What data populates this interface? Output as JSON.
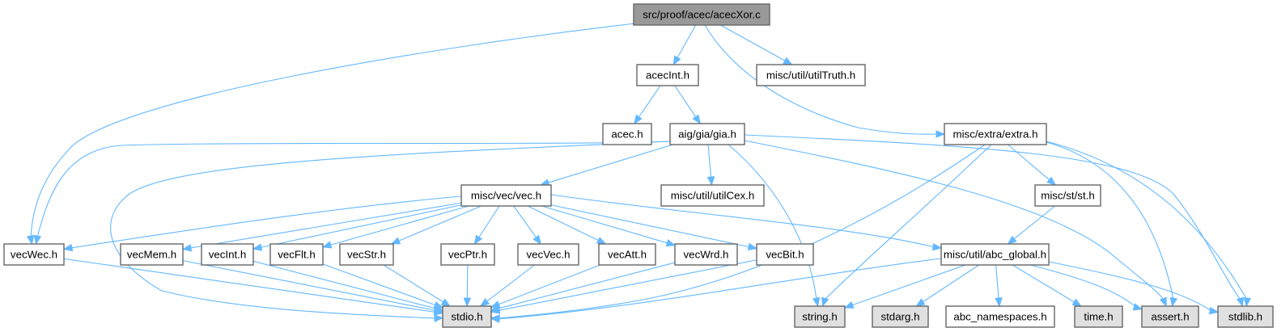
{
  "title": "src/proof/acec/acecXor.c",
  "colors": {
    "root_fill": "#999999",
    "header_fill": "#ffffff",
    "system_fill": "#e0e0e0",
    "border": "#666666",
    "edge": "#63b8ff"
  },
  "nodes": [
    {
      "id": "root",
      "label": "src/proof/acec/acecXor.c",
      "kind": "root"
    },
    {
      "id": "acecInt",
      "label": "acecInt.h",
      "kind": "header"
    },
    {
      "id": "utilTruth",
      "label": "misc/util/utilTruth.h",
      "kind": "header"
    },
    {
      "id": "acec",
      "label": "acec.h",
      "kind": "header"
    },
    {
      "id": "gia",
      "label": "aig/gia/gia.h",
      "kind": "header"
    },
    {
      "id": "extra",
      "label": "misc/extra/extra.h",
      "kind": "header"
    },
    {
      "id": "vec",
      "label": "misc/vec/vec.h",
      "kind": "header"
    },
    {
      "id": "utilCex",
      "label": "misc/util/utilCex.h",
      "kind": "header"
    },
    {
      "id": "st",
      "label": "misc/st/st.h",
      "kind": "header"
    },
    {
      "id": "vecWec",
      "label": "vecWec.h",
      "kind": "header"
    },
    {
      "id": "vecMem",
      "label": "vecMem.h",
      "kind": "header"
    },
    {
      "id": "vecInt",
      "label": "vecInt.h",
      "kind": "header"
    },
    {
      "id": "vecFlt",
      "label": "vecFlt.h",
      "kind": "header"
    },
    {
      "id": "vecStr",
      "label": "vecStr.h",
      "kind": "header"
    },
    {
      "id": "vecPtr",
      "label": "vecPtr.h",
      "kind": "header"
    },
    {
      "id": "vecVec",
      "label": "vecVec.h",
      "kind": "header"
    },
    {
      "id": "vecAtt",
      "label": "vecAtt.h",
      "kind": "header"
    },
    {
      "id": "vecWrd",
      "label": "vecWrd.h",
      "kind": "header"
    },
    {
      "id": "vecBit",
      "label": "vecBit.h",
      "kind": "header"
    },
    {
      "id": "abc_global",
      "label": "misc/util/abc_global.h",
      "kind": "header"
    },
    {
      "id": "stdio",
      "label": "stdio.h",
      "kind": "system"
    },
    {
      "id": "string",
      "label": "string.h",
      "kind": "system"
    },
    {
      "id": "stdarg",
      "label": "stdarg.h",
      "kind": "system"
    },
    {
      "id": "abc_namespaces",
      "label": "abc_namespaces.h",
      "kind": "header"
    },
    {
      "id": "time",
      "label": "time.h",
      "kind": "system"
    },
    {
      "id": "assert",
      "label": "assert.h",
      "kind": "system"
    },
    {
      "id": "stdlib",
      "label": "stdlib.h",
      "kind": "system"
    }
  ],
  "edges": [
    {
      "from": "root",
      "to": "vecWec"
    },
    {
      "from": "root",
      "to": "acecInt"
    },
    {
      "from": "root",
      "to": "utilTruth"
    },
    {
      "from": "root",
      "to": "extra"
    },
    {
      "from": "acecInt",
      "to": "acec"
    },
    {
      "from": "acecInt",
      "to": "gia"
    },
    {
      "from": "gia",
      "to": "vecWec"
    },
    {
      "from": "gia",
      "to": "stdio"
    },
    {
      "from": "gia",
      "to": "vec"
    },
    {
      "from": "gia",
      "to": "utilCex"
    },
    {
      "from": "gia",
      "to": "string"
    },
    {
      "from": "gia",
      "to": "assert"
    },
    {
      "from": "gia",
      "to": "stdlib"
    },
    {
      "from": "extra",
      "to": "stdio"
    },
    {
      "from": "extra",
      "to": "string"
    },
    {
      "from": "extra",
      "to": "st"
    },
    {
      "from": "extra",
      "to": "assert"
    },
    {
      "from": "extra",
      "to": "stdlib"
    },
    {
      "from": "st",
      "to": "abc_global"
    },
    {
      "from": "vec",
      "to": "vecWec"
    },
    {
      "from": "vec",
      "to": "vecMem"
    },
    {
      "from": "vec",
      "to": "vecInt"
    },
    {
      "from": "vec",
      "to": "vecFlt"
    },
    {
      "from": "vec",
      "to": "vecStr"
    },
    {
      "from": "vec",
      "to": "vecPtr"
    },
    {
      "from": "vec",
      "to": "vecVec"
    },
    {
      "from": "vec",
      "to": "vecAtt"
    },
    {
      "from": "vec",
      "to": "vecWrd"
    },
    {
      "from": "vec",
      "to": "vecBit"
    },
    {
      "from": "vec",
      "to": "abc_global"
    },
    {
      "from": "vecWec",
      "to": "stdio"
    },
    {
      "from": "vecMem",
      "to": "stdio"
    },
    {
      "from": "vecInt",
      "to": "stdio"
    },
    {
      "from": "vecFlt",
      "to": "stdio"
    },
    {
      "from": "vecStr",
      "to": "stdio"
    },
    {
      "from": "vecPtr",
      "to": "stdio"
    },
    {
      "from": "vecVec",
      "to": "stdio"
    },
    {
      "from": "vecAtt",
      "to": "stdio"
    },
    {
      "from": "vecWrd",
      "to": "stdio"
    },
    {
      "from": "vecBit",
      "to": "stdio"
    },
    {
      "from": "abc_global",
      "to": "stdio"
    },
    {
      "from": "abc_global",
      "to": "string"
    },
    {
      "from": "abc_global",
      "to": "stdarg"
    },
    {
      "from": "abc_global",
      "to": "abc_namespaces"
    },
    {
      "from": "abc_global",
      "to": "time"
    },
    {
      "from": "abc_global",
      "to": "assert"
    },
    {
      "from": "abc_global",
      "to": "stdlib"
    }
  ]
}
